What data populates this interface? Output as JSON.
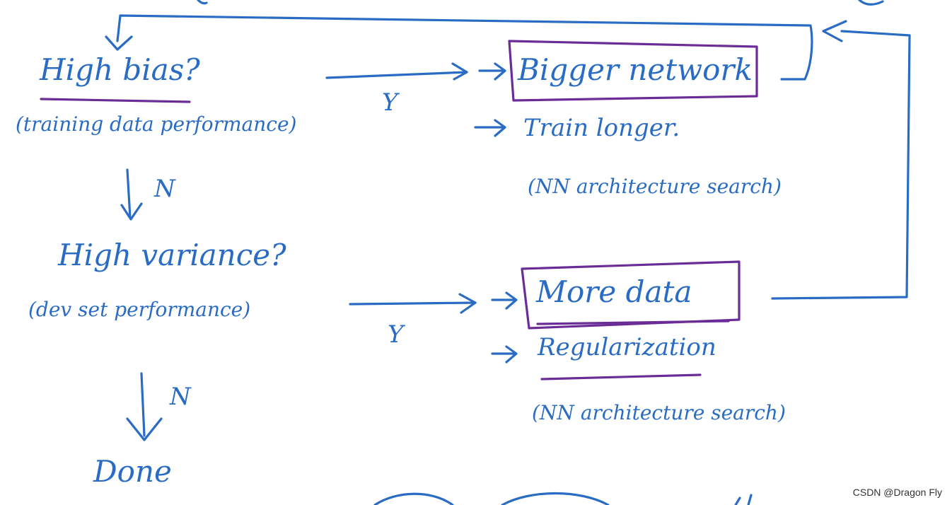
{
  "diagram": {
    "questions": {
      "high_bias": "High bias?",
      "high_bias_note": "(training data performance)",
      "high_variance": "High variance?",
      "high_variance_note": "(dev set performance)"
    },
    "branches": {
      "yes_1": "Y",
      "no_1": "N",
      "yes_2": "Y",
      "no_2": "N"
    },
    "bias_remedies": {
      "primary": "Bigger network",
      "second": "Train longer.",
      "third": "(NN architecture search)"
    },
    "variance_remedies": {
      "primary": "More data",
      "second": "Regularization",
      "third": "(NN architecture search)"
    },
    "end": "Done"
  },
  "watermark": "CSDN @Dragon Fly",
  "colors": {
    "ink_blue": "#2a6cc4",
    "ink_purple": "#6a2c96"
  }
}
